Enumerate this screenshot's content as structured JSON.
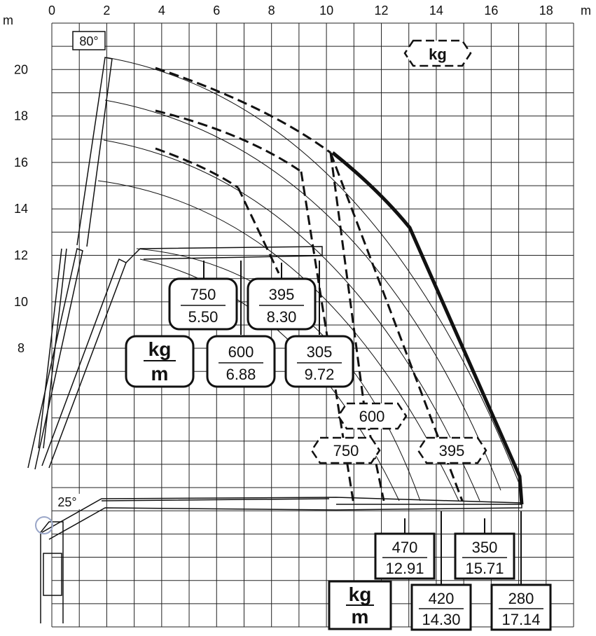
{
  "chart_data": {
    "type": "load-chart",
    "x_unit": "m",
    "y_unit": "m",
    "x_ticks": [
      0,
      2,
      4,
      6,
      8,
      10,
      12,
      14,
      16,
      18
    ],
    "y_ticks": [
      8,
      10,
      12,
      14,
      16,
      18,
      20
    ],
    "xlim": [
      0,
      19
    ],
    "ylim": [
      -4,
      22
    ],
    "angle_labels": [
      "80°",
      "25°"
    ],
    "unit_label_kg": "kg",
    "unit_label_m": "m",
    "reach_loads_upper": [
      {
        "kg": "750",
        "m": "5.50"
      },
      {
        "kg": "395",
        "m": "8.30"
      },
      {
        "kg": "600",
        "m": "6.88"
      },
      {
        "kg": "305",
        "m": "9.72"
      }
    ],
    "reach_loads_lower": [
      {
        "kg": "470",
        "m": "12.91"
      },
      {
        "kg": "350",
        "m": "15.71"
      },
      {
        "kg": "420",
        "m": "14.30"
      },
      {
        "kg": "280",
        "m": "17.14"
      }
    ],
    "jib_loads": [
      "600",
      "750",
      "395"
    ],
    "colors": {
      "line": "#111111",
      "grid": "#222222",
      "background": "#ffffff"
    }
  }
}
